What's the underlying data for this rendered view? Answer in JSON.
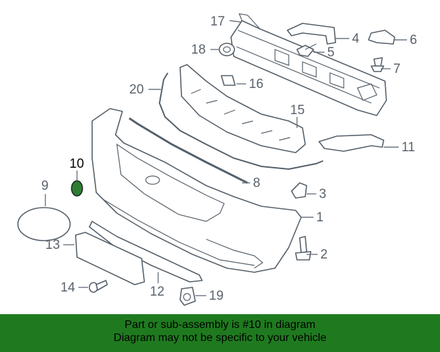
{
  "footer": {
    "line1": "Part or sub-assembly is #10 in diagram",
    "line2": "Diagram may not be specific to your vehicle"
  },
  "highlight_color": "#2e7d32",
  "footer_color": "#1f7a1f",
  "callouts": [
    "1",
    "2",
    "3",
    "4",
    "5",
    "6",
    "7",
    "8",
    "9",
    "10",
    "11",
    "12",
    "13",
    "14",
    "15",
    "16",
    "17",
    "18",
    "19",
    "20"
  ]
}
